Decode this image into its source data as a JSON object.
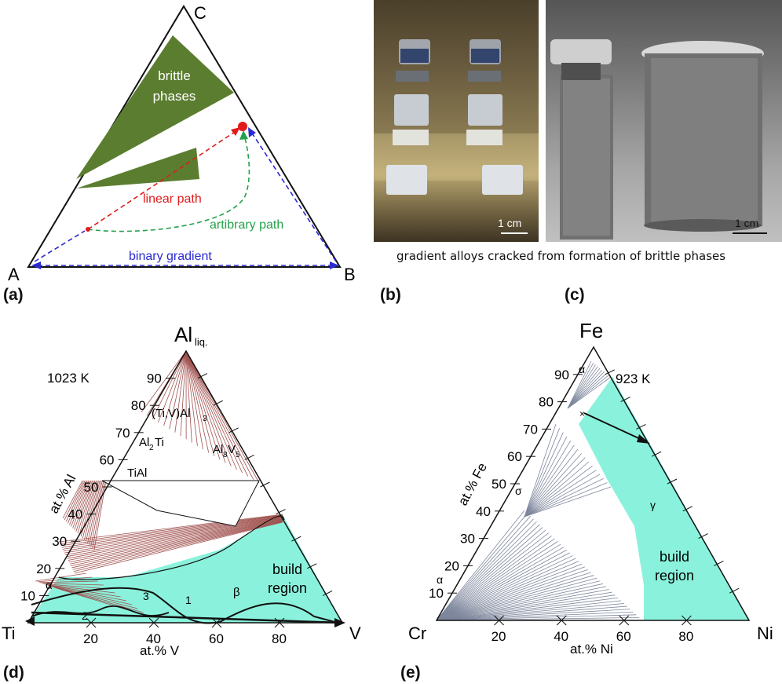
{
  "panel_a": {
    "label": "(a)",
    "vertex_a": "A",
    "vertex_b": "B",
    "vertex_c": "C",
    "brittle_label_line1": "brittle",
    "brittle_label_line2": "phases",
    "linear_path": "linear path",
    "arbitrary_path": "artibrary path",
    "binary_gradient": "binary gradient",
    "colors": {
      "brittle": "#5a7d2e",
      "linear": "#e01b1b",
      "arbitrary": "#22a24a",
      "binary": "#2a2ad0"
    }
  },
  "panel_b": {
    "label": "(b)",
    "scale": "1 cm"
  },
  "panel_c": {
    "label": "(c)",
    "scale": "1 cm"
  },
  "photos_caption": "gradient alloys cracked from formation of brittle phases",
  "panel_d": {
    "label": "(d)",
    "top": "Al",
    "top_sub": "liq.",
    "left": "Ti",
    "right": "V",
    "temp": "1023 K",
    "axis_left": "at.% Al",
    "axis_bottom": "at.% V",
    "ticks_left": [
      "90",
      "80",
      "70",
      "60",
      "50",
      "40",
      "30",
      "20",
      "10"
    ],
    "ticks_bottom": [
      "20",
      "40",
      "60",
      "80"
    ],
    "phase_tivai3_main": "(Ti,V)Al",
    "phase_tivai3_sub": "3",
    "phase_al2ti": "Al",
    "phase_al2ti_sub": "2",
    "phase_al2ti_end": "Ti",
    "phase_al8v5_a": "Al",
    "phase_al8v5_b": "8",
    "phase_al8v5_c": "V",
    "phase_al8v5_d": "5",
    "phase_tial": "TiAl",
    "build_line1": "build",
    "build_line2": "region",
    "alpha": "α",
    "beta": "β",
    "path_1": "1",
    "path_2": "2",
    "path_3": "3",
    "colors": {
      "tie": "#a0524f",
      "build": "#8af2dc"
    }
  },
  "panel_e": {
    "label": "(e)",
    "top": "Fe",
    "left": "Cr",
    "right": "Ni",
    "temp": "923 K",
    "axis_left": "at.% Fe",
    "axis_bottom": "at.% Ni",
    "ticks_left": [
      "90",
      "80",
      "70",
      "60",
      "50",
      "40",
      "30",
      "20",
      "10"
    ],
    "ticks_bottom": [
      "20",
      "40",
      "60",
      "80"
    ],
    "alpha_top": "α",
    "alpha_bottom": "α",
    "sigma": "σ",
    "gamma": "γ",
    "marker": "×",
    "build_line1": "build",
    "build_line2": "region",
    "colors": {
      "tie": "#7d869c",
      "build": "#8af2dc"
    }
  }
}
